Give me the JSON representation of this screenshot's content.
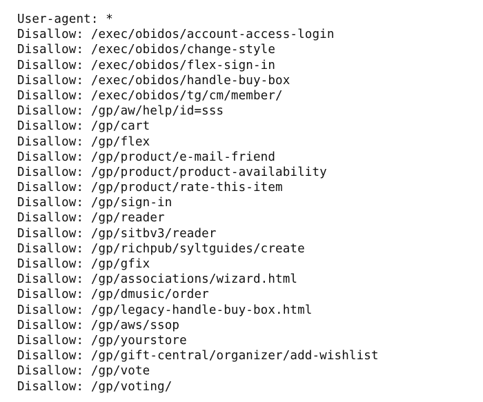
{
  "robots_txt": {
    "user_agent_line": {
      "directive": "User-agent:",
      "value": "*"
    },
    "rules": [
      {
        "directive": "Disallow:",
        "path": "/exec/obidos/account-access-login"
      },
      {
        "directive": "Disallow:",
        "path": "/exec/obidos/change-style"
      },
      {
        "directive": "Disallow:",
        "path": "/exec/obidos/flex-sign-in"
      },
      {
        "directive": "Disallow:",
        "path": "/exec/obidos/handle-buy-box"
      },
      {
        "directive": "Disallow:",
        "path": "/exec/obidos/tg/cm/member/"
      },
      {
        "directive": "Disallow:",
        "path": "/gp/aw/help/id=sss"
      },
      {
        "directive": "Disallow:",
        "path": "/gp/cart"
      },
      {
        "directive": "Disallow:",
        "path": "/gp/flex"
      },
      {
        "directive": "Disallow:",
        "path": "/gp/product/e-mail-friend"
      },
      {
        "directive": "Disallow:",
        "path": "/gp/product/product-availability"
      },
      {
        "directive": "Disallow:",
        "path": "/gp/product/rate-this-item"
      },
      {
        "directive": "Disallow:",
        "path": "/gp/sign-in"
      },
      {
        "directive": "Disallow:",
        "path": "/gp/reader"
      },
      {
        "directive": "Disallow:",
        "path": "/gp/sitbv3/reader"
      },
      {
        "directive": "Disallow:",
        "path": "/gp/richpub/syltguides/create"
      },
      {
        "directive": "Disallow:",
        "path": "/gp/gfix"
      },
      {
        "directive": "Disallow:",
        "path": "/gp/associations/wizard.html"
      },
      {
        "directive": "Disallow:",
        "path": "/gp/dmusic/order"
      },
      {
        "directive": "Disallow:",
        "path": "/gp/legacy-handle-buy-box.html"
      },
      {
        "directive": "Disallow:",
        "path": "/gp/aws/ssop"
      },
      {
        "directive": "Disallow:",
        "path": "/gp/yourstore"
      },
      {
        "directive": "Disallow:",
        "path": "/gp/gift-central/organizer/add-wishlist"
      },
      {
        "directive": "Disallow:",
        "path": "/gp/vote"
      },
      {
        "directive": "Disallow:",
        "path": "/gp/voting/"
      }
    ]
  }
}
